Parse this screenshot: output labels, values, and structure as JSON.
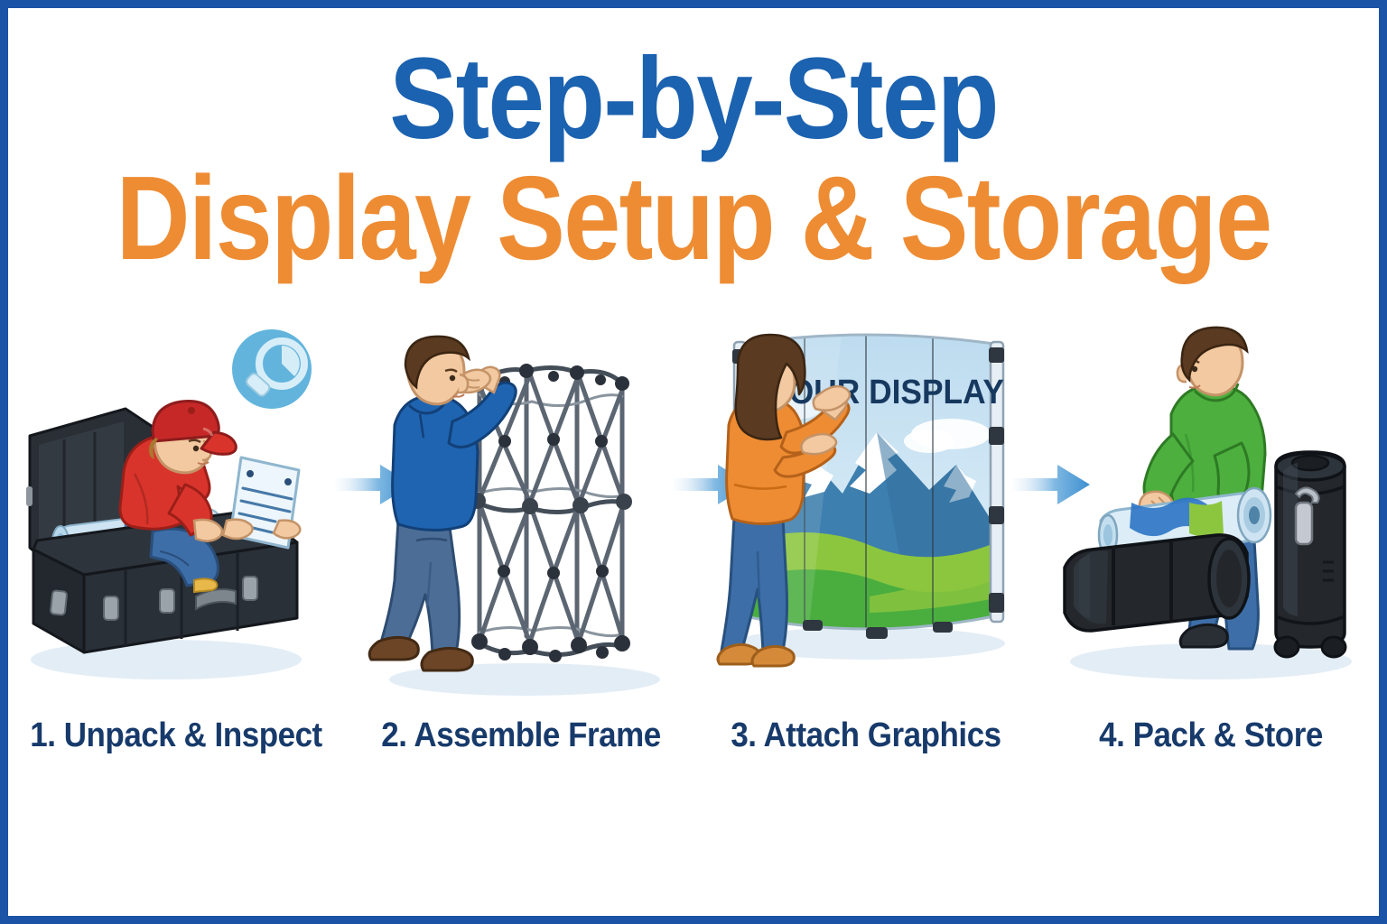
{
  "poster": {
    "border_color": "#1B53A6",
    "background": "#ffffff",
    "title_line1": "Step-by-Step",
    "title_line2": "Display Setup & Storage",
    "title_line1_color": "#1B62B0",
    "title_line2_color": "#EE8C33"
  },
  "steps": [
    {
      "number": "1",
      "caption": "1. Unpack & Inspect",
      "scene_name": "unpack-and-inspect-illustration",
      "badge_icon": "magnifier-icon",
      "elements": [
        "black-hard-case-open",
        "rolled-graphics-in-case",
        "worker-with-red-cap",
        "inspection-checklist-paper",
        "magnifier-icon"
      ],
      "colors": {
        "case": "#23272C",
        "shirt": "#D9342B",
        "cap": "#C62828",
        "jeans": "#3D6EA8",
        "skin": "#F2C9A0",
        "roll": "#CFE4F2",
        "roll_core_orange": "#F0921E",
        "badge": "#62B4DD"
      }
    },
    {
      "number": "2",
      "caption": "2. Assemble Frame",
      "scene_name": "assemble-frame-illustration",
      "elements": [
        "worker-in-blue-polo",
        "popup-scissor-frame",
        "frame-node-joints"
      ],
      "colors": {
        "shirt": "#1F64B0",
        "jeans": "#4C6E96",
        "shoes": "#6B4526",
        "frame": "#5C6672",
        "frame_node": "#2B313A",
        "skin": "#F2C9A0"
      }
    },
    {
      "number": "3",
      "caption": "3. Attach Graphics",
      "scene_name": "attach-graphics-illustration",
      "graphic_headline": "YOUR DISPLAY",
      "elements": [
        "curved-display-wall",
        "mountain-graphic-panel",
        "woman-in-orange-top",
        "panel-frame-clips"
      ],
      "colors": {
        "headline": "#17395F",
        "sky": "#CFE5F4",
        "mountain": "#3D7FAE",
        "snow": "#FFFFFF",
        "hill_light": "#8CC63E",
        "hill_dark": "#4AAE3F",
        "top": "#EE8C33",
        "jeans": "#3D6EA8",
        "hair": "#5A3A21"
      }
    },
    {
      "number": "4",
      "caption": "4. Pack & Store",
      "scene_name": "pack-and-store-illustration",
      "elements": [
        "worker-in-green-shirt",
        "rolled-graphic-being-packed",
        "black-tube-case-lying",
        "black-roller-case-standing",
        "roller-case-latch",
        "roller-case-wheels"
      ],
      "colors": {
        "shirt": "#4CAF3E",
        "jeans": "#3D6EA8",
        "case": "#24282D",
        "roll_green": "#8CC63E",
        "roll_blue": "#2C74C4",
        "latch": "#B9BFC6"
      }
    }
  ],
  "arrows": {
    "count": 3,
    "color_start": "#EAF3FB",
    "color_end": "#3D8FD0",
    "icon": "arrow-right-icon"
  }
}
